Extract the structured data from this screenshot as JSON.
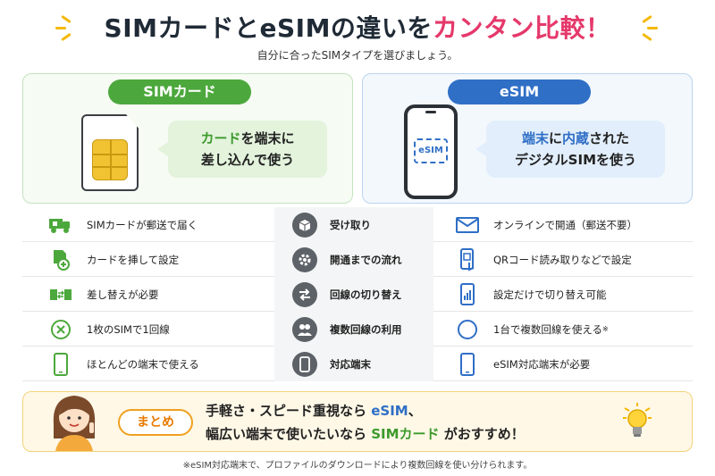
{
  "header": {
    "title_main": "SIMカードとeSIMの違いを",
    "title_highlight": "カンタン比較！",
    "subtitle": "自分に合ったSIMタイプを選びましょう。"
  },
  "sim_panel": {
    "label": "SIMカード",
    "bubble_line1_highlight": "カード",
    "bubble_line1_rest": "を端末に",
    "bubble_line2": "差し込んで使う"
  },
  "esim_panel": {
    "label": "eSIM",
    "chip_text": "eSIM",
    "bubble_line1_highlight_a": "端末",
    "bubble_line1_mid": "に",
    "bubble_line1_highlight_b": "内蔵",
    "bubble_line1_rest": "された",
    "bubble_line2": "デジタルSIMを使う"
  },
  "comparison": [
    {
      "sim": "SIMカードが郵送で届く",
      "category": "受け取り",
      "esim": "オンラインで開通（郵送不要）",
      "esim_note": ""
    },
    {
      "sim": "カードを挿して設定",
      "category": "開通までの流れ",
      "esim": "QRコード読み取りなどで設定",
      "esim_note": ""
    },
    {
      "sim": "差し替えが必要",
      "category": "回線の切り替え",
      "esim": "設定だけで切り替え可能",
      "esim_note": ""
    },
    {
      "sim": "1枚のSIMで1回線",
      "category": "複数回線の利用",
      "esim": "1台で複数回線を使える",
      "esim_note": "※"
    },
    {
      "sim": "ほとんどの端末で使える",
      "category": "対応端末",
      "esim": "eSIM対応端末が必要",
      "esim_note": ""
    }
  ],
  "summary": {
    "badge": "まとめ",
    "line1_pre": "手軽さ・スピード重視なら ",
    "line1_highlight": "eSIM",
    "line1_post": "、",
    "line2_pre": "幅広い端末で使いたいなら ",
    "line2_highlight": "SIMカード",
    "line2_post": " がおすすめ！"
  },
  "footnote": "※eSIM対応端末で、プロファイルのダウンロードにより複数回線を使い分けられます。",
  "colors": {
    "green": "#4ca83c",
    "blue": "#2f6fc6",
    "pink": "#e5386a",
    "orange": "#f0a020"
  }
}
